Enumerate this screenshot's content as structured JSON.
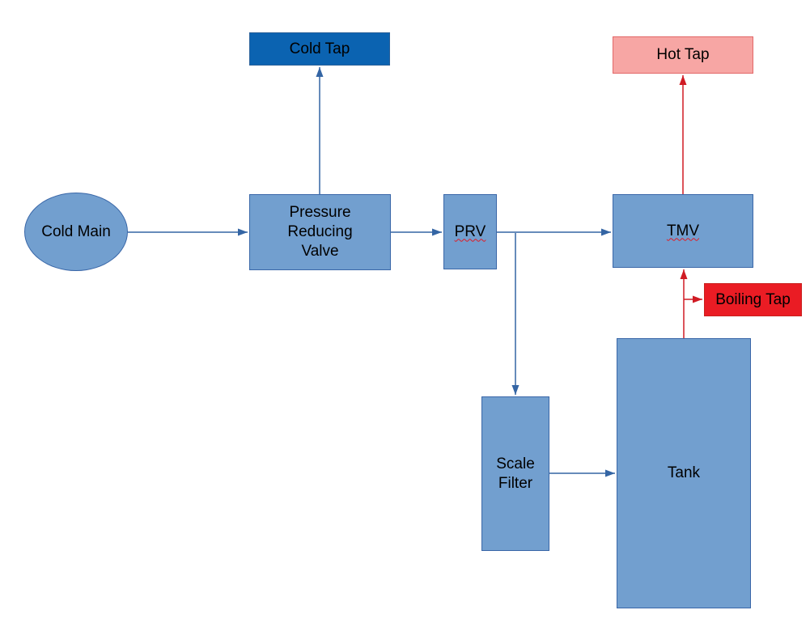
{
  "diagram": {
    "nodes": {
      "cold_main": {
        "label": "Cold Main",
        "shape": "ellipse"
      },
      "pressure_reducing_valve": {
        "label": "Pressure Reducing Valve",
        "shape": "rect"
      },
      "cold_tap": {
        "label": "Cold Tap",
        "shape": "rect"
      },
      "prv": {
        "label": "PRV",
        "shape": "rect",
        "spellcheck_underline": true
      },
      "tmv": {
        "label": "TMV",
        "shape": "rect",
        "spellcheck_underline": true
      },
      "hot_tap": {
        "label": "Hot Tap",
        "shape": "rect"
      },
      "boiling_tap": {
        "label": "Boiling Tap",
        "shape": "rect"
      },
      "scale_filter": {
        "label": "Scale Filter",
        "shape": "rect"
      },
      "tank": {
        "label": "Tank",
        "shape": "rect"
      }
    },
    "edges": [
      {
        "from": "Cold Main",
        "to": "Pressure Reducing Valve",
        "type": "cold"
      },
      {
        "from": "Pressure Reducing Valve",
        "to": "Cold Tap",
        "type": "cold"
      },
      {
        "from": "Pressure Reducing Valve",
        "to": "PRV",
        "type": "cold"
      },
      {
        "from": "PRV",
        "to": "TMV",
        "type": "cold"
      },
      {
        "from": "PRV",
        "to": "Scale Filter",
        "type": "cold"
      },
      {
        "from": "Scale Filter",
        "to": "Tank",
        "type": "cold"
      },
      {
        "from": "Tank",
        "to": "TMV",
        "type": "hot"
      },
      {
        "from": "Tank",
        "to": "Boiling Tap",
        "type": "hot"
      },
      {
        "from": "TMV",
        "to": "Hot Tap",
        "type": "hot"
      }
    ],
    "colors": {
      "node_fill": "#729fcf",
      "node_border": "#3a67a8",
      "cold_tap_fill": "#0b63b1",
      "cold_tap_border": "#2a6099",
      "hot_tap_fill": "#f7a6a4",
      "hot_tap_border": "#e26868",
      "boiling_tap_fill": "#ea1c24",
      "boiling_tap_border": "#c9211e",
      "cold_line": "#3465a4",
      "hot_line": "#d01b24",
      "background": "#ffffff",
      "text": "#000000"
    }
  }
}
